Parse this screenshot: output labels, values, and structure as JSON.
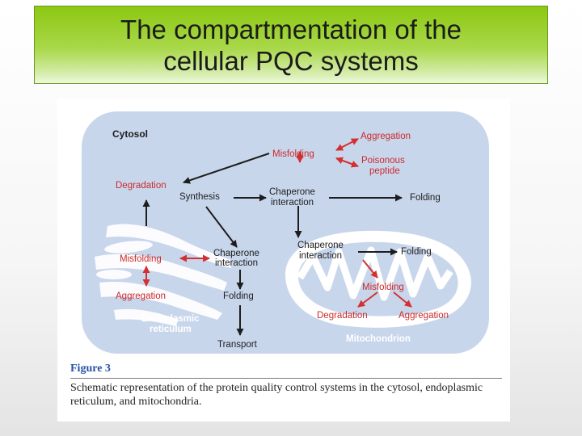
{
  "slide": {
    "title_line1": "The compartmentation of the",
    "title_line2": "cellular PQC systems"
  },
  "diagram": {
    "cytosol": "Cytosol",
    "aggregation_top": "Aggregation",
    "misfolding_top": "Misfolding",
    "poisonous_1": "Poisonous",
    "poisonous_2": "peptide",
    "degradation_left": "Degradation",
    "synthesis": "Synthesis",
    "chaperone_1a": "Chaperone",
    "chaperone_1b": "interaction",
    "folding_1": "Folding",
    "misfolding_er": "Misfolding",
    "chaperone_2a": "Chaperone",
    "chaperone_2b": "interaction",
    "chaperone_3a": "Chaperone",
    "chaperone_3b": "interaction",
    "folding_mito": "Folding",
    "aggregation_er": "Aggregation",
    "folding_er": "Folding",
    "misfolding_mito": "Misfolding",
    "degradation_mito": "Degradation",
    "aggregation_mito": "Aggregation",
    "er_label_1": "Endoplasmic",
    "er_label_2": "reticulum",
    "transport": "Transport",
    "mito_label": "Mitochondrion"
  },
  "figure": {
    "number": "Figure 3",
    "caption": "Schematic representation of the protein quality control systems in the cytosol, endoplasmic reticulum, and mitochondria."
  },
  "colors": {
    "title_green": "#8cc812",
    "cytosol_bg": "#c8d6ec",
    "organelle_white": "#ffffff",
    "arrow_red": "#d43030",
    "label_red": "#cc2a2a",
    "figure_blue": "#2553a6"
  }
}
